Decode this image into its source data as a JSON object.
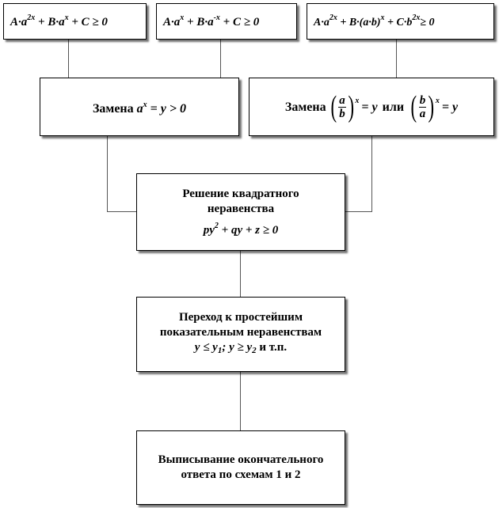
{
  "top": {
    "formula_1": {
      "a": "A",
      "x_a": "a",
      "exp1": "2x",
      "plus_b": "+ B",
      "x_a2": "a",
      "exp2": "x",
      "plus_c": "+ C",
      "rel": "≥ 0"
    },
    "formula_2": {
      "a": "A",
      "x_a": "a",
      "exp1": "x",
      "plus_b": "+ B",
      "x_a2": "a",
      "exp2": "-x",
      "plus_c": "+ C",
      "rel": "≥ 0"
    },
    "formula_3": {
      "a": "A",
      "x_a": "a",
      "exp1": "2x",
      "plus_b": "+ B",
      "ab": "(a·b)",
      "exp2": "x",
      "plus_c": "+ C",
      "x_b": "b",
      "exp3": "2x",
      "rel": "≥ 0"
    }
  },
  "substitution_1": {
    "label": "Замена",
    "base": "a",
    "exp": "x",
    "rest": "= y > 0"
  },
  "substitution_2": {
    "label": "Замена",
    "num1": "a",
    "den1": "b",
    "exp1": "x",
    "eq1": "= y",
    "or": "или",
    "num2": "b",
    "den2": "a",
    "exp2": "x",
    "eq2": "= y"
  },
  "quadratic": {
    "line1": "Решение квадратного",
    "line2": "неравенства",
    "lhs": "py",
    "exp": "2",
    "rest": "+ qy + z ≥ 0"
  },
  "transition": {
    "line1": "Переход к простейшим",
    "line2": "показательным неравенствам",
    "y1": "y ≤ y",
    "sub1": "1",
    "sep": "; y ≥ y",
    "sub2": "2",
    "tail": " и т.п."
  },
  "final": {
    "line1": "Выписывание окончательного",
    "line2": "ответа по схемам 1 и 2"
  }
}
